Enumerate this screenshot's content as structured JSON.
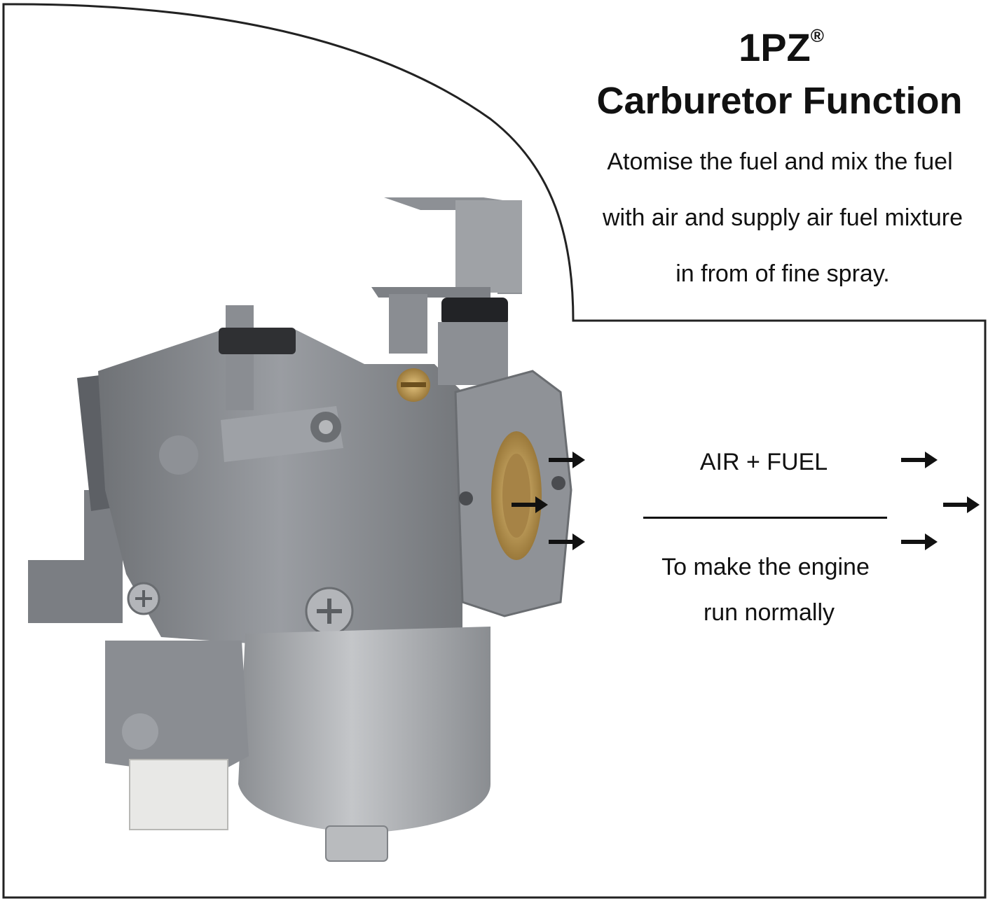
{
  "header": {
    "brand": "1PZ",
    "brand_mark": "®",
    "title": "Carburetor Function",
    "description_lines": [
      "Atomise the fuel and mix the fuel",
      "with air and supply air fuel mixture",
      "in from of fine spray."
    ]
  },
  "diagram": {
    "numerator_label": "AIR + FUEL",
    "denominator_lines": [
      "To make the engine",
      "run normally"
    ]
  },
  "colors": {
    "text": "#111111",
    "frame": "#222222",
    "body_metal": "#8b8e93",
    "bowl_metal": "#a7a9ad",
    "brass": "#c9a15a",
    "background": "#ffffff"
  }
}
